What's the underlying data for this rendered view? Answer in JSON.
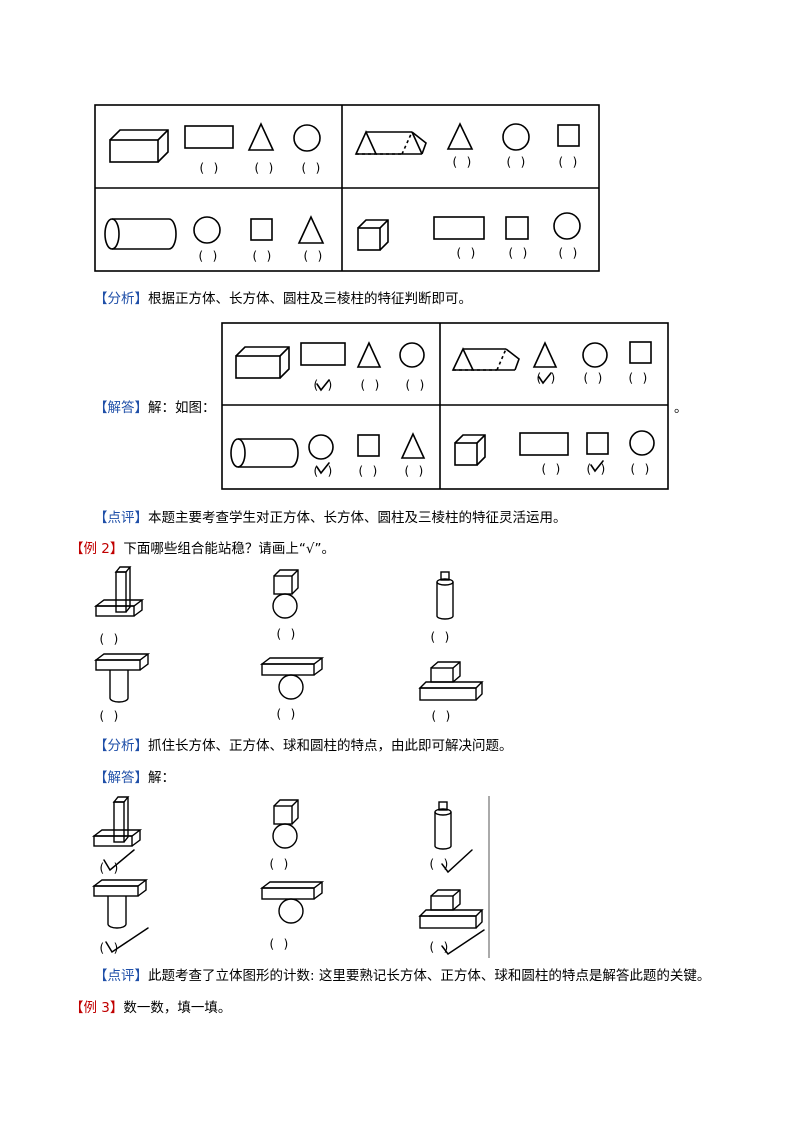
{
  "parens": {
    "empty": "( )",
    "wide": "(      )"
  },
  "analysis1": {
    "tag": "【分析】",
    "text": "根据正方体、长方体、圆柱及三棱柱的特征判断即可。"
  },
  "answer1": {
    "tag": "【解答】",
    "text": "解：如图：",
    "trailing": "。"
  },
  "comment1": {
    "tag": "【点评】",
    "text": "本题主要考查学生对正方体、长方体、圆柱及三棱柱的特征灵活运用。"
  },
  "example2": {
    "tag": "【例 2】",
    "text": "下面哪些组合能站稳？请画上“√”。"
  },
  "analysis2": {
    "tag": "【分析】",
    "text": "抓住长方体、正方体、球和圆柱的特点，由此即可解决问题。"
  },
  "answer2": {
    "tag": "【解答】",
    "text": "解："
  },
  "comment2": {
    "tag": "【点评】",
    "text": "此题考查了立体图形的计数: 这里要熟记长方体、正方体、球和圆柱的特点是解答此题的关键。"
  },
  "example3": {
    "tag": "【例 3】",
    "text": "数一数，填一填。"
  }
}
